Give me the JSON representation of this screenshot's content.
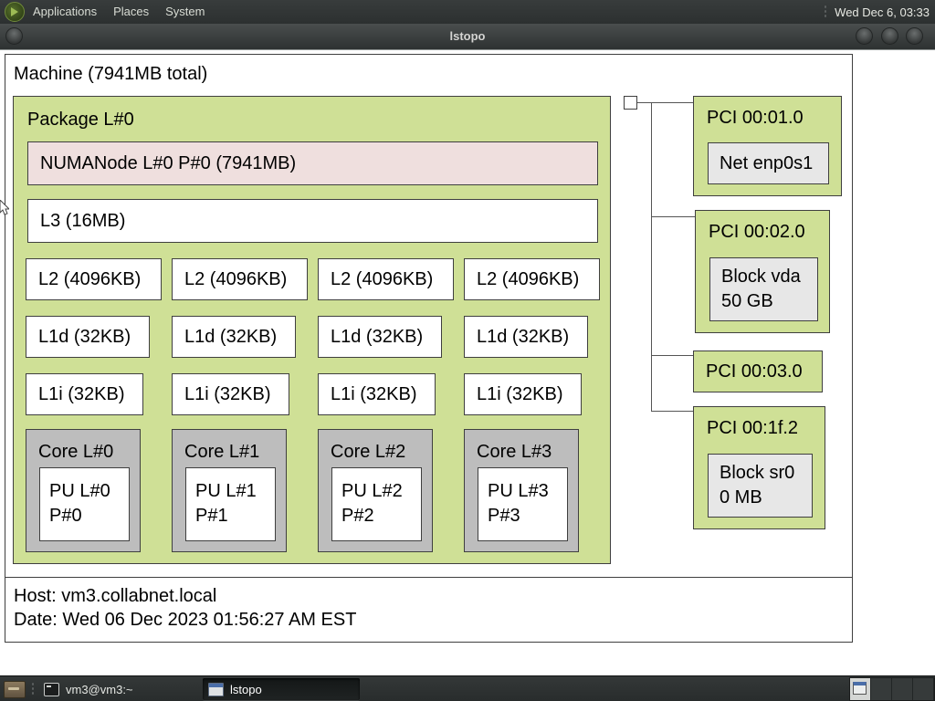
{
  "top_panel": {
    "menus": [
      {
        "label": "Applications"
      },
      {
        "label": "Places"
      },
      {
        "label": "System"
      }
    ],
    "clock": "Wed Dec 6, 03:33"
  },
  "titlebar": {
    "title": "lstopo",
    "buttons": [
      "window-menu",
      "minimize",
      "maximize",
      "close"
    ]
  },
  "topology": {
    "machine_label": "Machine (7941MB total)",
    "package": {
      "label": "Package L#0",
      "numanode": "NUMANode L#0 P#0 (7941MB)",
      "l3": "L3 (16MB)",
      "l2": [
        "L2 (4096KB)",
        "L2 (4096KB)",
        "L2 (4096KB)",
        "L2 (4096KB)"
      ],
      "l1d": [
        "L1d (32KB)",
        "L1d (32KB)",
        "L1d (32KB)",
        "L1d (32KB)"
      ],
      "l1i": [
        "L1i (32KB)",
        "L1i (32KB)",
        "L1i (32KB)",
        "L1i (32KB)"
      ],
      "cores": [
        {
          "label": "Core L#0",
          "pu_line1": "PU L#0",
          "pu_line2": "P#0"
        },
        {
          "label": "Core L#1",
          "pu_line1": "PU L#1",
          "pu_line2": "P#1"
        },
        {
          "label": "Core L#2",
          "pu_line1": "PU L#2",
          "pu_line2": "P#2"
        },
        {
          "label": "Core L#3",
          "pu_line1": "PU L#3",
          "pu_line2": "P#3"
        }
      ]
    },
    "pci": [
      {
        "label": "PCI 00:01.0",
        "device_lines": [
          "Net enp0s1"
        ]
      },
      {
        "label": "PCI 00:02.0",
        "device_lines": [
          "Block vda",
          "50 GB"
        ]
      },
      {
        "label": "PCI 00:03.0",
        "device_lines": []
      },
      {
        "label": "PCI 00:1f.2",
        "device_lines": [
          "Block sr0",
          "0 MB"
        ]
      }
    ],
    "legend": {
      "host": "Host: vm3.collabnet.local",
      "date": "Date: Wed 06 Dec 2023 01:56:27 AM EST"
    }
  },
  "taskbar": {
    "items": [
      {
        "label": "vm3@vm3:~",
        "active": false
      },
      {
        "label": "lstopo",
        "active": true
      }
    ],
    "workspaces": 4
  },
  "colors": {
    "package_green": "#cfe096",
    "numanode_pink": "#efdfde",
    "core_gray": "#bdbdbd",
    "device_gray": "#e7e7e7",
    "box_border": "#3f3f3f",
    "panel_dark": "#2e3232"
  }
}
